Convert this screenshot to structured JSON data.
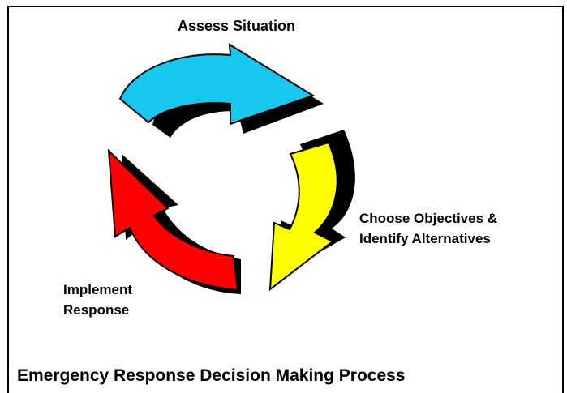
{
  "diagram": {
    "title": "Emergency Response Decision Making Process",
    "steps": [
      {
        "label": "Assess Situation",
        "color": "#16c8ee"
      },
      {
        "label_line1": "Choose Objectives &",
        "label_line2": "Identify Alternatives",
        "color": "#ffff00"
      },
      {
        "label_line1": "Implement",
        "label_line2": "Response",
        "color": "#ff0000"
      }
    ],
    "shadow_color": "#000000",
    "border_color": "#000000"
  }
}
